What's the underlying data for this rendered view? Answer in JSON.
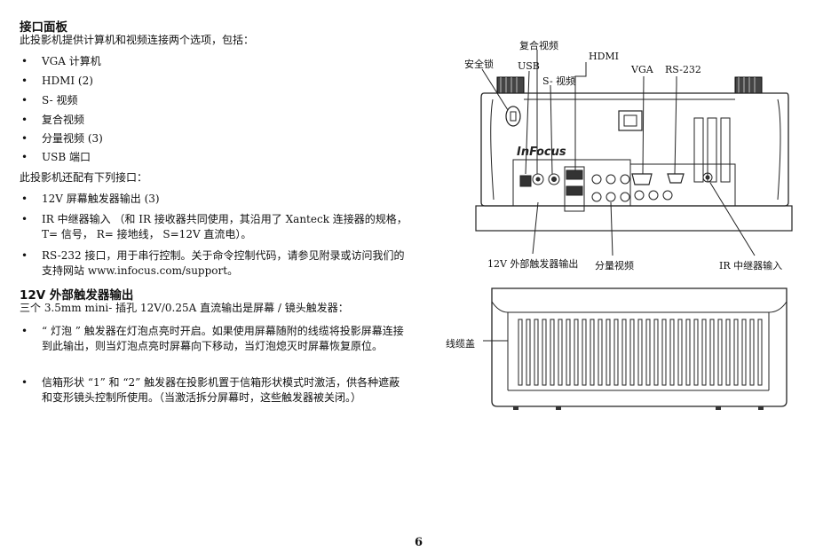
{
  "sec1": {
    "title": "接口面板",
    "intro": "此投影机提供计算机和视频连接两个选项，包括：",
    "items": [
      "VGA 计算机",
      "HDMI (2)",
      "S- 视频",
      "复合视频",
      "分量视频 (3)",
      "USB 端口"
    ],
    "intro2": "此投影机还配有下列接口：",
    "items2": [
      "12V 屏幕触发器输出 (3)",
      "IR 中继器输入 （和 IR 接收器共同使用，其沿用了 Xanteck 连接器的规格，  T= 信号，  R= 接地线，  S=12V 直流电）。",
      "RS-232 接口，用于串行控制。关于命令控制代码，请参见附录或访问我们的支持网站 www.infocus.com/support。"
    ]
  },
  "sec2": {
    "title": "12V 外部触发器输出",
    "intro": "三个 3.5mm mini- 插孔 12V/0.25A 直流输出是屏幕 / 镜头触发器：",
    "items": [
      "“ 灯泡 ” 触发器在灯泡点亮时开启。如果使用屏幕随附的线缆将投影屏幕连接到此输出，则当灯泡点亮时屏幕向下移动，当灯泡熄灭时屏幕恢复原位。",
      "信箱形状 “1” 和 “2” 触发器在投影机置于信箱形状模式时激活，供各种遮蔽和变形镜头控制所使用。（当激活拆分屏幕时，这些触发器被关闭。）"
    ]
  },
  "diagram": {
    "labels": {
      "composite": "复合视频",
      "hdmi": "HDMI",
      "lock": "安全锁",
      "usb": "USB",
      "svideo": "S- 视频",
      "vga": "VGA",
      "rs232": "RS-232",
      "trigger": "12V 外部触发器输出",
      "component": "分量视频",
      "ir": "IR 中继器输入",
      "cable_cover": "线缆盖"
    },
    "brand": "InFocus"
  },
  "page_number": "6"
}
